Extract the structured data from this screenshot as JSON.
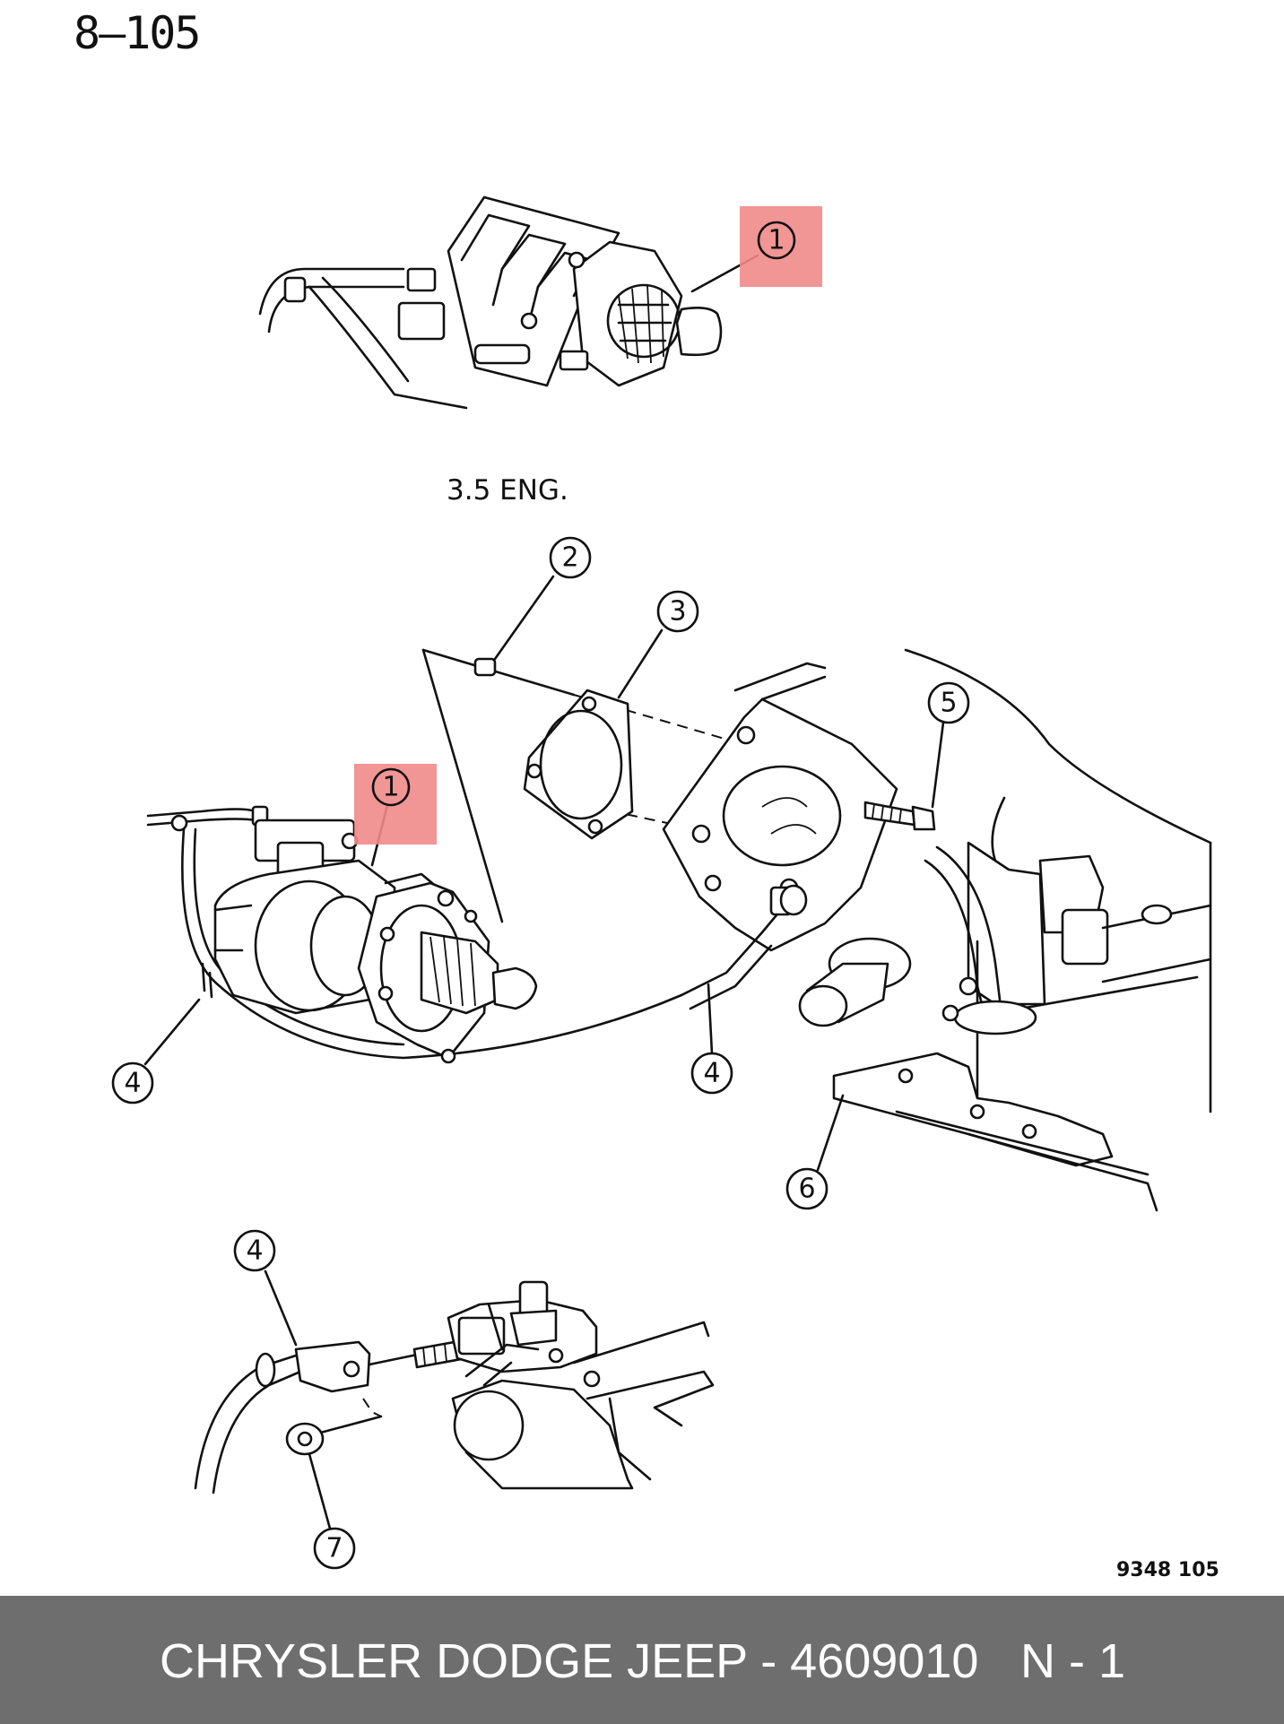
{
  "page_header": {
    "page_number": "8–105"
  },
  "diagram": {
    "caption_35_eng": "3.5 ENG.",
    "figure_code": "9348  105",
    "callouts": [
      "1",
      "1",
      "2",
      "3",
      "4",
      "4",
      "4",
      "5",
      "6",
      "7"
    ],
    "highlight_color": "#f08a8a"
  },
  "footer": {
    "part_label": "CHRYSLER DODGE JEEP - 4609010",
    "page_label": "N - 1",
    "background_color": "#6e6e6e"
  }
}
